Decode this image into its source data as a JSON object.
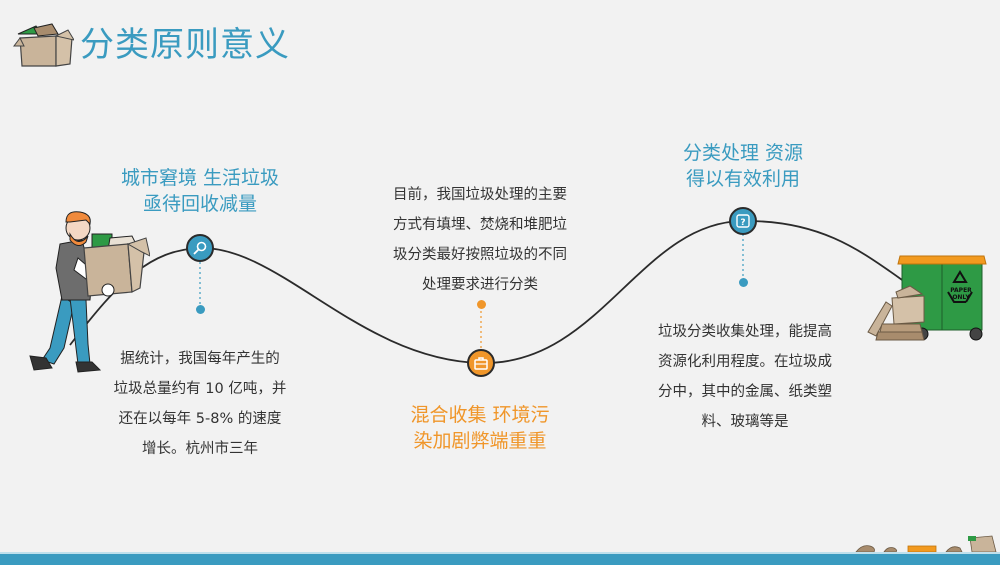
{
  "header": {
    "title": "分类原则意义",
    "icon": "cardboard-box-icon"
  },
  "colors": {
    "accent_blue": "#3a9bc0",
    "accent_orange": "#f0962a",
    "text": "#333333",
    "background": "#f2f2f2",
    "bin_green": "#2e9a45",
    "bin_lid": "#f29a1f"
  },
  "timeline": [
    {
      "heading_lines": [
        "城市窘境 生活垃圾",
        "亟待回收减量"
      ],
      "icon": "magnifier-icon",
      "color": "blue",
      "body_lines": [
        "据统计，我国每年产生的",
        "垃圾总量约有 10 亿吨，并",
        "还在以每年 5-8% 的速度",
        "增长。杭州市三年"
      ]
    },
    {
      "heading_lines": [
        "混合收集 环境污",
        "染加剧弊端重重"
      ],
      "icon": "briefcase-icon",
      "color": "orange",
      "body_lines": [
        "目前，我国垃圾处理的主要",
        "方式有填埋、焚烧和堆肥垃",
        "圾分类最好按照垃圾的不同",
        "处理要求进行分类"
      ]
    },
    {
      "heading_lines": [
        "分类处理 资源",
        "得以有效利用"
      ],
      "icon": "question-icon",
      "color": "blue",
      "body_lines": [
        "垃圾分类收集处理，能提高",
        "资源化利用程度。在垃圾成",
        "分中，其中的金属、纸类塑",
        "料、玻璃等是"
      ]
    }
  ],
  "illustrations": {
    "left": "man-carrying-box",
    "right": "paper-recycling-bin",
    "bin_label_line1": "PAPER",
    "bin_label_line2": "ONLY"
  }
}
